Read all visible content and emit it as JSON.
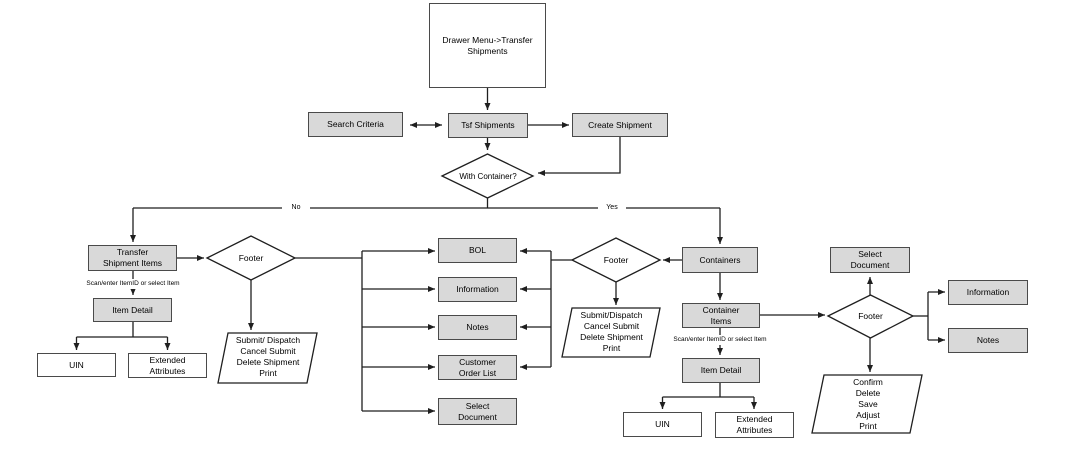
{
  "colors": {
    "box_fill": "#d9d9d9",
    "box_border": "#4a4a4a",
    "line": "#1f1f1f",
    "shape_fill": "#ffffff"
  },
  "nodes": {
    "drawer_menu": "Drawer Menu->Transfer\nShipments",
    "search_criteria": "Search Criteria",
    "tsf_shipments": "Tsf Shipments",
    "create_shipment": "Create Shipment",
    "with_container": "With Container?",
    "transfer_shipment_items": "Transfer\nShipment Items",
    "footer_left": "Footer",
    "item_detail_left": "Item Detail",
    "uin_left": "UIN",
    "extended_attributes_left": "Extended\nAttributes",
    "actions_left": "Submit/ Dispatch\nCancel Submit\nDelete Shipment\nPrint",
    "bol": "BOL",
    "information_mid": "Information",
    "notes_mid": "Notes",
    "customer_order_list": "Customer\nOrder List",
    "select_document_mid": "Select\nDocument",
    "footer_mid": "Footer",
    "actions_mid": "Submit/Dispatch\nCancel Submit\nDelete Shipment\nPrint",
    "containers": "Containers",
    "container_items": "Container\nItems",
    "item_detail_right": "Item Detail",
    "uin_right": "UIN",
    "extended_attributes_right": "Extended\nAttributes",
    "select_document_right": "Select\nDocument",
    "footer_right": "Footer",
    "information_right": "Information",
    "notes_right": "Notes",
    "actions_right": "Confirm\nDelete\nSave\nAdjust\nPrint"
  },
  "edge_labels": {
    "no": "No",
    "yes": "Yes",
    "scan_left": "Scan/enter ItemID or select Item",
    "scan_right": "Scan/enter ItemID or select Item"
  }
}
